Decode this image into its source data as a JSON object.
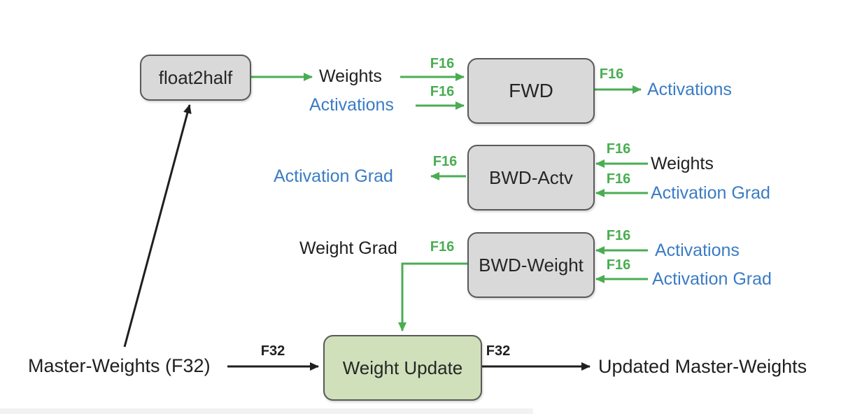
{
  "colors": {
    "green": "#4aad52",
    "blue": "#3a7cc4",
    "black": "#1f1f1f",
    "gray-fill": "#d9d9d9",
    "gray-border": "#595959",
    "green-fill": "#cfe0ba"
  },
  "nodes": {
    "float2half": "float2half",
    "fwd": "FWD",
    "bwd_actv": "BWD-Actv",
    "bwd_weight": "BWD-Weight",
    "weight_update": "Weight Update"
  },
  "edges": {
    "f16": "F16",
    "f32": "F32"
  },
  "labels": {
    "weights_fwd_in": "Weights",
    "activations_fwd_in": "Activations",
    "activations_fwd_out": "Activations",
    "activation_grad_bwdactv_out": "Activation Grad",
    "weights_bwdactv_in": "Weights",
    "activation_grad_bwdactv_in": "Activation Grad",
    "weight_grad_bwdweight_out": "Weight Grad",
    "activations_bwdweight_in": "Activations",
    "activation_grad_bwdweight_in": "Activation Grad",
    "master_weights": "Master-Weights (F32)",
    "updated_master_weights": "Updated Master-Weights"
  }
}
